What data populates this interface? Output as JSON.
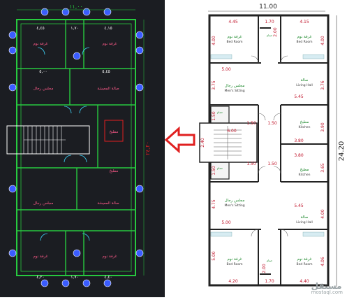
{
  "cad": {
    "top_width": "١١,٠٠",
    "side_length": "٢٤,٢٠",
    "dims_top": [
      "٤,٤٥",
      "١,٧٠",
      "٤,١٥"
    ],
    "dims_mid": [
      "٥,٠٠",
      "٥,٤٥"
    ],
    "dims_bottom": [
      "٤,٢٠",
      "١,٧٠",
      "٤,٤٠"
    ],
    "rooms": [
      "غرفة نوم",
      "غرفة نوم",
      "مجلس رجال",
      "صالة المعيشة",
      "مطبخ",
      "مطبخ",
      "مجلس رجال",
      "صالة المعيشة",
      "غرفة نوم",
      "غرفة نوم"
    ]
  },
  "plan": {
    "width_dim": "11.00",
    "length_dim": "24.20",
    "dims": {
      "top_left": "4.45",
      "top_mid": "1.70",
      "top_right": "4.15",
      "top_v_left": "4.00",
      "top_v_mid": "2.00",
      "top_v_right": "4.00",
      "mid_left": "5.00",
      "mid_right": "5.45",
      "v_375": "3.75",
      "v_376": "3.76",
      "stair_w": "6.00",
      "stair_h": "2.40",
      "s1": "1.50",
      "s2": "1.50",
      "s3": "1.50",
      "s4": "1.50",
      "kitchen_w1": "3.80",
      "kitchen_w2": "3.80",
      "kitchen_v1": "3.90",
      "kitchen_v2": "3.65",
      "wc_v1": "1.50",
      "wc_v2": "1.50",
      "low_left": "5.45",
      "low_left2": "5.00",
      "low_v_left": "4.75",
      "low_v_right": "4.00",
      "bot_left": "4.20",
      "bot_mid": "1.70",
      "bot_right": "4.40",
      "bot_v_left": "5.00",
      "bot_v_right": "4.06",
      "bot_v_mid": "2.00"
    },
    "rooms": [
      {
        "ar": "غرفة نوم",
        "en": "Bed Room"
      },
      {
        "ar": "غرفة نوم",
        "en": "Bed Room"
      },
      {
        "ar": "مجلس رجال",
        "en": "Men's Sitting"
      },
      {
        "ar": "صالة",
        "en": "Living Hall"
      },
      {
        "ar": "مطبخ",
        "en": "Kitchen"
      },
      {
        "ar": "مطبخ",
        "en": "Kitchen"
      },
      {
        "ar": "مجلس رجال",
        "en": "Men's Sitting"
      },
      {
        "ar": "صالة",
        "en": "Living Hall"
      },
      {
        "ar": "غرفة نوم",
        "en": "Bed Room"
      },
      {
        "ar": "غرفة نوم",
        "en": "Bed Room"
      }
    ],
    "wc": [
      "حمام",
      "حمام",
      "حمام",
      "حمام"
    ]
  },
  "watermark": {
    "main": "مستقل",
    "sub": "mostaql.com"
  },
  "colors": {
    "cad_bg": "#1b1d22",
    "wall_green": "#27c93f",
    "dim_blue": "#3a5cff",
    "arrow_red": "#e02020",
    "plan_green": "#1f8a2e",
    "plan_dim": "#c0142a"
  }
}
